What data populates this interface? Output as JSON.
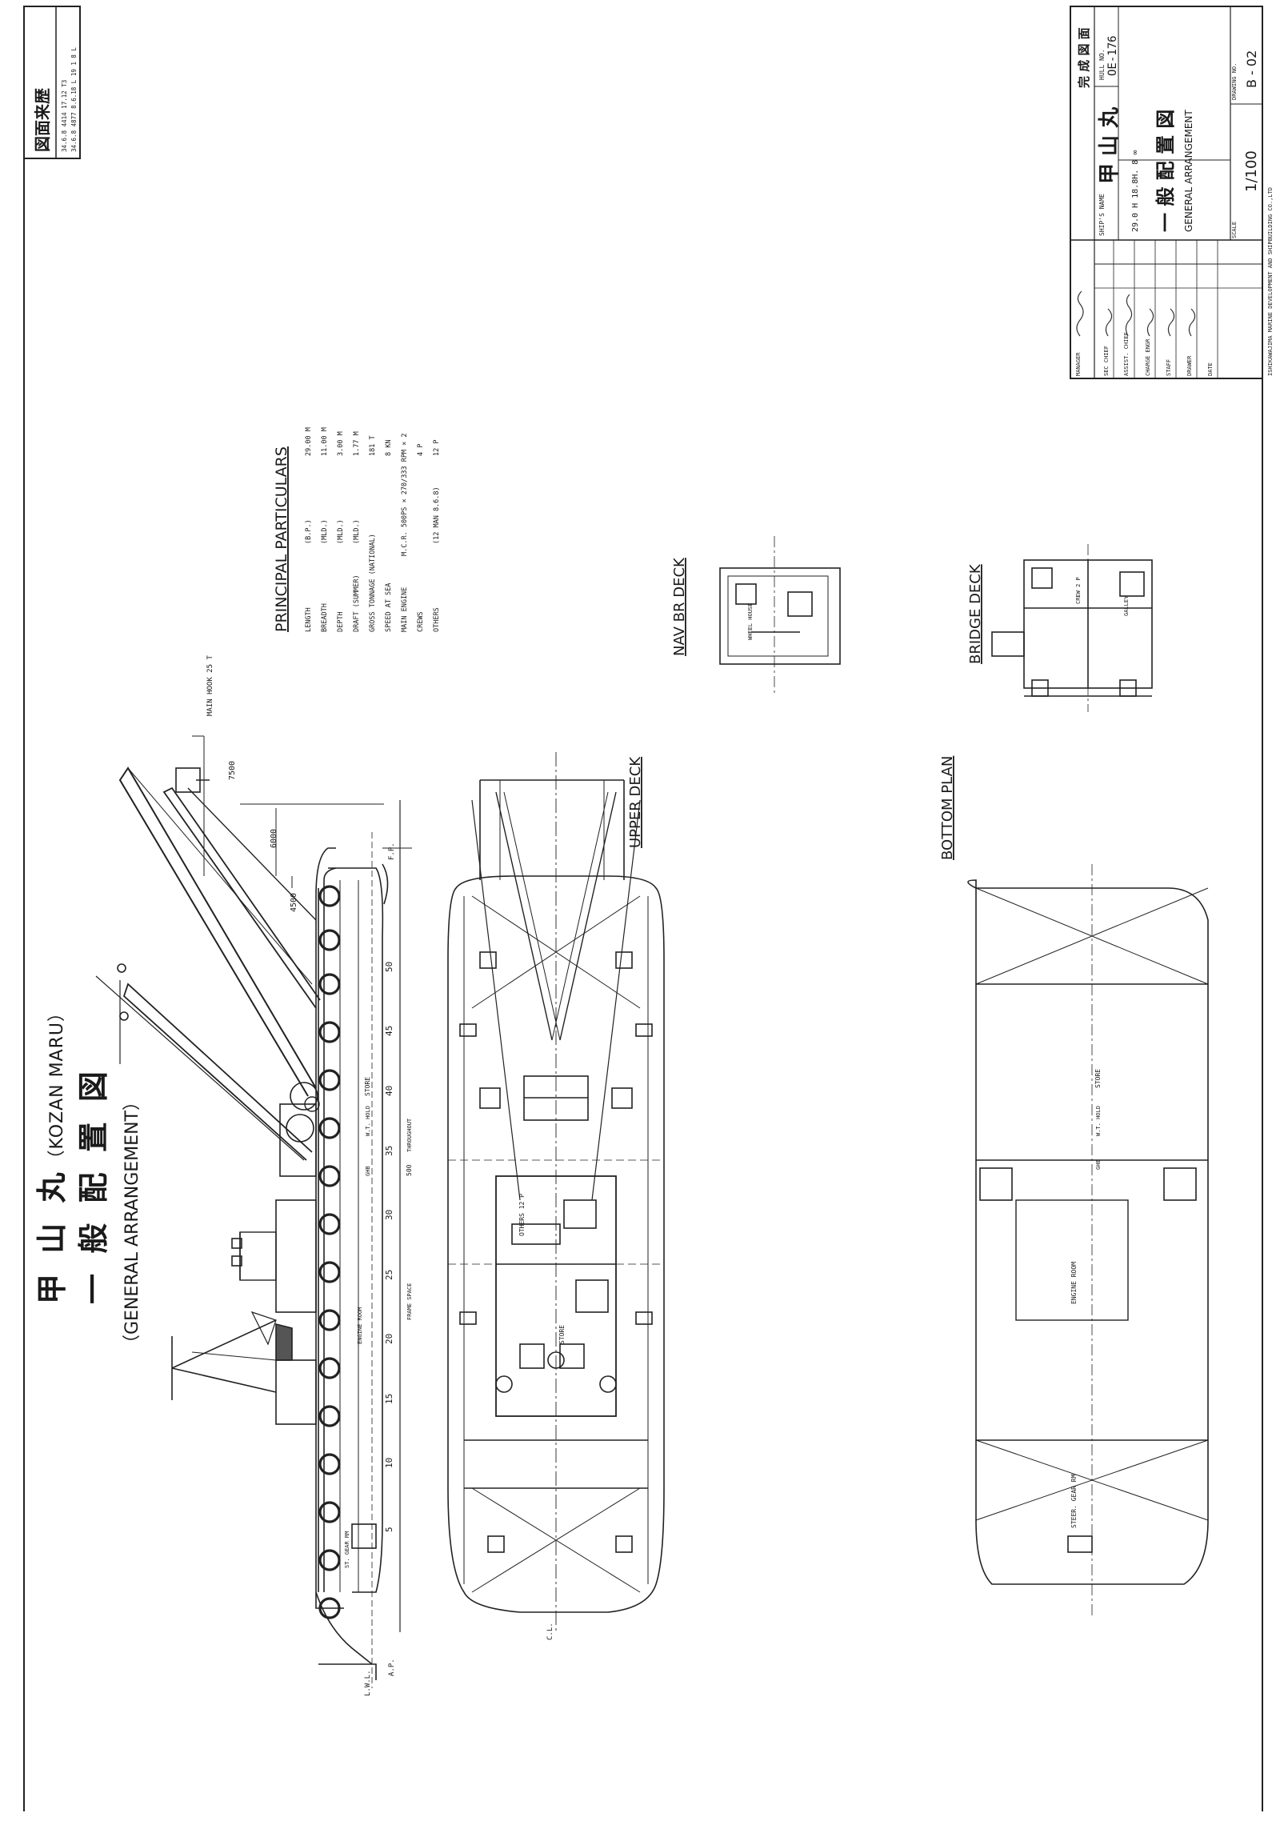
{
  "title": {
    "line1": "甲 山 丸",
    "kozan": "（KOZAN MARU）",
    "line2": "一 般 配 置 図",
    "line3": "（GENERAL ARRANGEMENT）"
  },
  "revision_box": {
    "title": "図面来歴",
    "row1": "34.6.8 4414 17.12 T3",
    "row2": "34.6.8 4877 8.6.18 L 19 1 8 L"
  },
  "views": {
    "upper_deck": "UPPER DECK",
    "nav_br_deck": "NAV BR DECK",
    "bridge_deck": "BRIDGE DECK",
    "bottom_plan": "BOTTOM PLAN"
  },
  "principal": {
    "heading": "PRINCIPAL PARTICULARS",
    "rows": [
      {
        "label": "LENGTH",
        "cond": "(B.P.)",
        "value": "29.00 M"
      },
      {
        "label": "BREADTH",
        "cond": "(MLD.)",
        "value": "11.00 M"
      },
      {
        "label": "DEPTH",
        "cond": "(MLD.)",
        "value": "3.00 M"
      },
      {
        "label": "DRAFT (SUMMER)",
        "cond": "(MLD.)",
        "value": "1.77 M"
      },
      {
        "label": "GROSS TONNAGE (NATIONAL)",
        "cond": "",
        "value": "181 T"
      },
      {
        "label": "SPEED AT SEA",
        "cond": "",
        "value": "8 KN"
      },
      {
        "label": "MAIN ENGINE",
        "cond": "M.C.R. 500PS × 270/333 RPM × 2",
        "value": ""
      },
      {
        "label": "CREWS",
        "cond": "",
        "value": "4 P"
      },
      {
        "label": "OTHERS",
        "cond": "(12 MAN 8.6.8)",
        "value": "12 P"
      }
    ]
  },
  "profile_labels": {
    "main_hook": "MAIN HOOK 25 T",
    "dim_7500": "7500",
    "dim_6000": "6000",
    "dim_4500": "4500",
    "store": "STORE",
    "frame_space": "FRAME SPACE",
    "dim_500": "500",
    "throughout": "THROUGHOUT",
    "fp": "F.P.",
    "ap": "A.P.",
    "lwl": "L.W.L.",
    "steer_gear": "ST. GEAR RM",
    "engine_room": "ENGINE ROOM",
    "ghb": "GHB",
    "wt_hold": "W.T. HOLD",
    "frames": [
      "50",
      "45",
      "40",
      "35",
      "30",
      "25",
      "20",
      "15",
      "10",
      "5"
    ]
  },
  "upper_labels": {
    "store": "STORE",
    "others": "OTHERS 12 P",
    "cl": "C.L."
  },
  "bottom_labels": {
    "store": "STORE",
    "wt_hold": "W.T. HOLD",
    "ghb": "GHB",
    "engine_room": "ENGINE ROOM",
    "steer_gear": "STEER. GEAR RM"
  },
  "nav_labels": {
    "wheel_house": "WHEEL HOUSE"
  },
  "bridge_labels": {
    "crew": "CREW 2 P",
    "galley": "GALLEY"
  },
  "title_block": {
    "status": "完 成 図 面",
    "ships_name_label": "SHIP'S NAME",
    "ships_name": "甲 山 丸",
    "hull_no_label": "HULL NO.",
    "hull_no": "OE-176",
    "date_cn": "29.0 H 18.8H. 8 ∞",
    "drawing_jp": "一 般 配 置 図",
    "drawing_en": "GENERAL ARRANGEMENT",
    "roles": [
      "MANAGER",
      "SEC CHIEF",
      "ASSIST. CHIEF",
      "CHARGE ENGR",
      "STAFF",
      "DRAWER",
      "DATE"
    ],
    "scale_label": "SCALE",
    "scale": "1/100",
    "drawing_no_label": "DRAWING NO.",
    "drawing_no": "B - 02",
    "company": "ISHIKAWAJIMA MARINE DEVELOPMENT AND SHIPBUILDING CO.,LTD"
  }
}
